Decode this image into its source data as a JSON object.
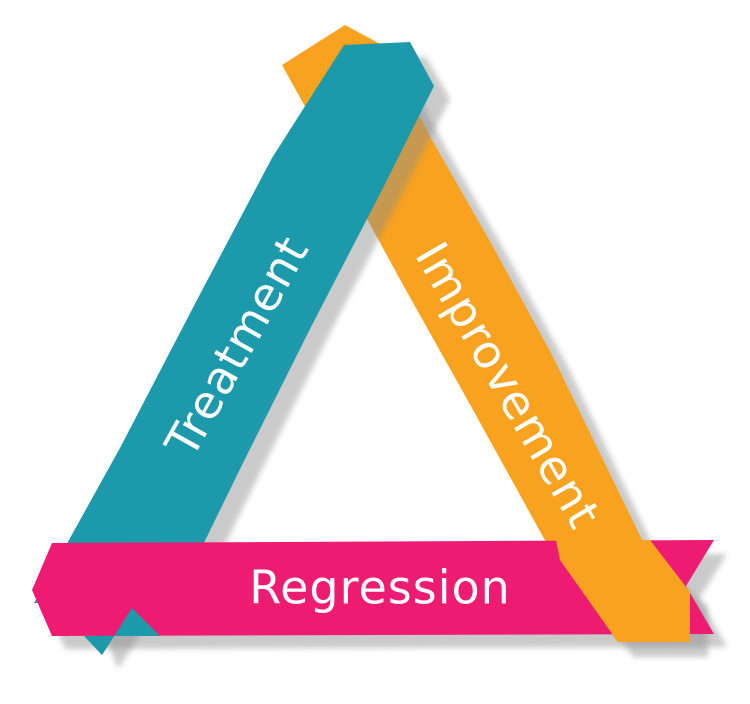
{
  "diagram": {
    "bands": {
      "treatment": {
        "label": "Treatment",
        "color": "#1C99AA"
      },
      "improvement": {
        "label": "Improvement",
        "color": "#F8A21F"
      },
      "regression": {
        "label": "Regression",
        "color": "#EE1B73"
      }
    },
    "shadow_color": "#8C8C8C"
  }
}
